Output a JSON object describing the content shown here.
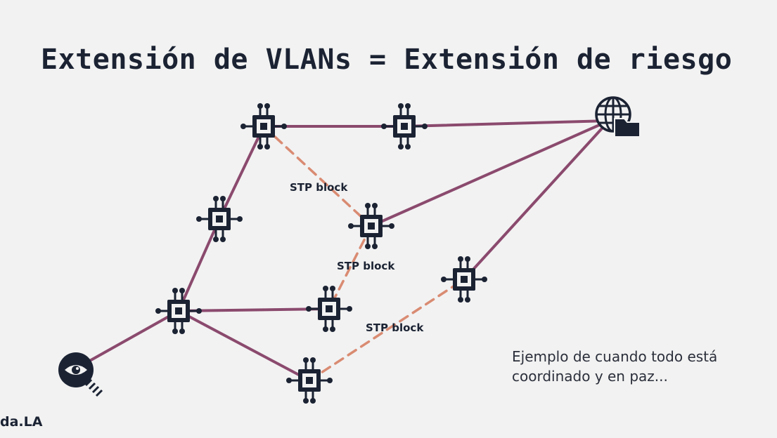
{
  "slide": {
    "title": "Extensión de VLANs = Extensión de riesgo",
    "caption_lines": [
      "Ejemplo de cuando todo está",
      "coordinado y en paz..."
    ],
    "brand": "da.LA"
  },
  "diagram": {
    "colors": {
      "link": "#8b4a6e",
      "blocked": "#d98b72",
      "icon": "#1b2333",
      "background": "#f2f2f2"
    },
    "nodes": [
      {
        "id": "sw-top-left",
        "kind": "switch-icon"
      },
      {
        "id": "sw-top-mid",
        "kind": "switch-icon"
      },
      {
        "id": "sw-left-mid",
        "kind": "switch-icon"
      },
      {
        "id": "sw-center",
        "kind": "switch-icon"
      },
      {
        "id": "sw-right",
        "kind": "switch-icon"
      },
      {
        "id": "sw-bottom-left",
        "kind": "switch-icon"
      },
      {
        "id": "sw-bottom-center",
        "kind": "switch-icon"
      },
      {
        "id": "sw-bottom",
        "kind": "switch-icon"
      },
      {
        "id": "internet",
        "kind": "globe-folder-icon"
      },
      {
        "id": "monitor",
        "kind": "eye-search-icon"
      }
    ],
    "links": [
      {
        "from": "sw-top-left",
        "to": "sw-top-mid",
        "state": "forwarding"
      },
      {
        "from": "sw-top-mid",
        "to": "internet",
        "state": "forwarding"
      },
      {
        "from": "sw-center",
        "to": "internet",
        "state": "forwarding"
      },
      {
        "from": "sw-right",
        "to": "internet",
        "state": "forwarding"
      },
      {
        "from": "sw-top-left",
        "to": "sw-left-mid",
        "state": "forwarding"
      },
      {
        "from": "sw-left-mid",
        "to": "sw-bottom-left",
        "state": "forwarding"
      },
      {
        "from": "sw-bottom-left",
        "to": "sw-bottom-center",
        "state": "forwarding"
      },
      {
        "from": "sw-bottom-left",
        "to": "sw-bottom",
        "state": "forwarding"
      },
      {
        "from": "sw-bottom-left",
        "to": "monitor",
        "state": "forwarding"
      },
      {
        "from": "sw-top-left",
        "to": "sw-center",
        "state": "blocked"
      },
      {
        "from": "sw-center",
        "to": "sw-bottom-center",
        "state": "blocked"
      },
      {
        "from": "sw-bottom",
        "to": "sw-right",
        "state": "blocked"
      }
    ],
    "stp_labels": [
      "STP block",
      "STP block",
      "STP block"
    ]
  }
}
